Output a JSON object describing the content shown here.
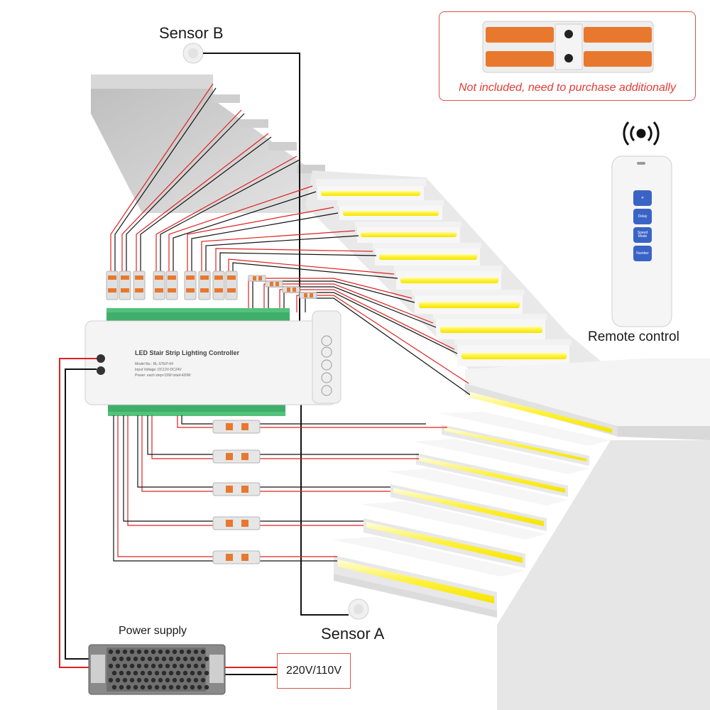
{
  "labels": {
    "sensor_b": "Sensor B",
    "sensor_a": "Sensor A",
    "power_supply": "Power supply",
    "remote_control": "Remote control",
    "voltage": "220V/110V",
    "not_included": "Not included, need to purchase additionally"
  },
  "controller": {
    "title": "LED Stair Strip Lighting Controller",
    "model": "Model No.: RL-STEP-64",
    "input": "Input Voltage: DC12V-DC24V",
    "power": "Power: each step<15W total<420W"
  },
  "remote": {
    "buttons": [
      "☀",
      "Delay",
      "Speed Mode",
      "Number"
    ]
  },
  "colors": {
    "wire_red": "#e02020",
    "wire_black": "#111111",
    "led_yellow": "#fff23a",
    "connector_orange": "#e8782e",
    "notice_red": "#e53935",
    "remote_blue": "#3a63c6"
  },
  "icons": [
    "sensor-icon",
    "signal-icon",
    "remote-icon",
    "power-supply-icon",
    "connector-icon"
  ]
}
